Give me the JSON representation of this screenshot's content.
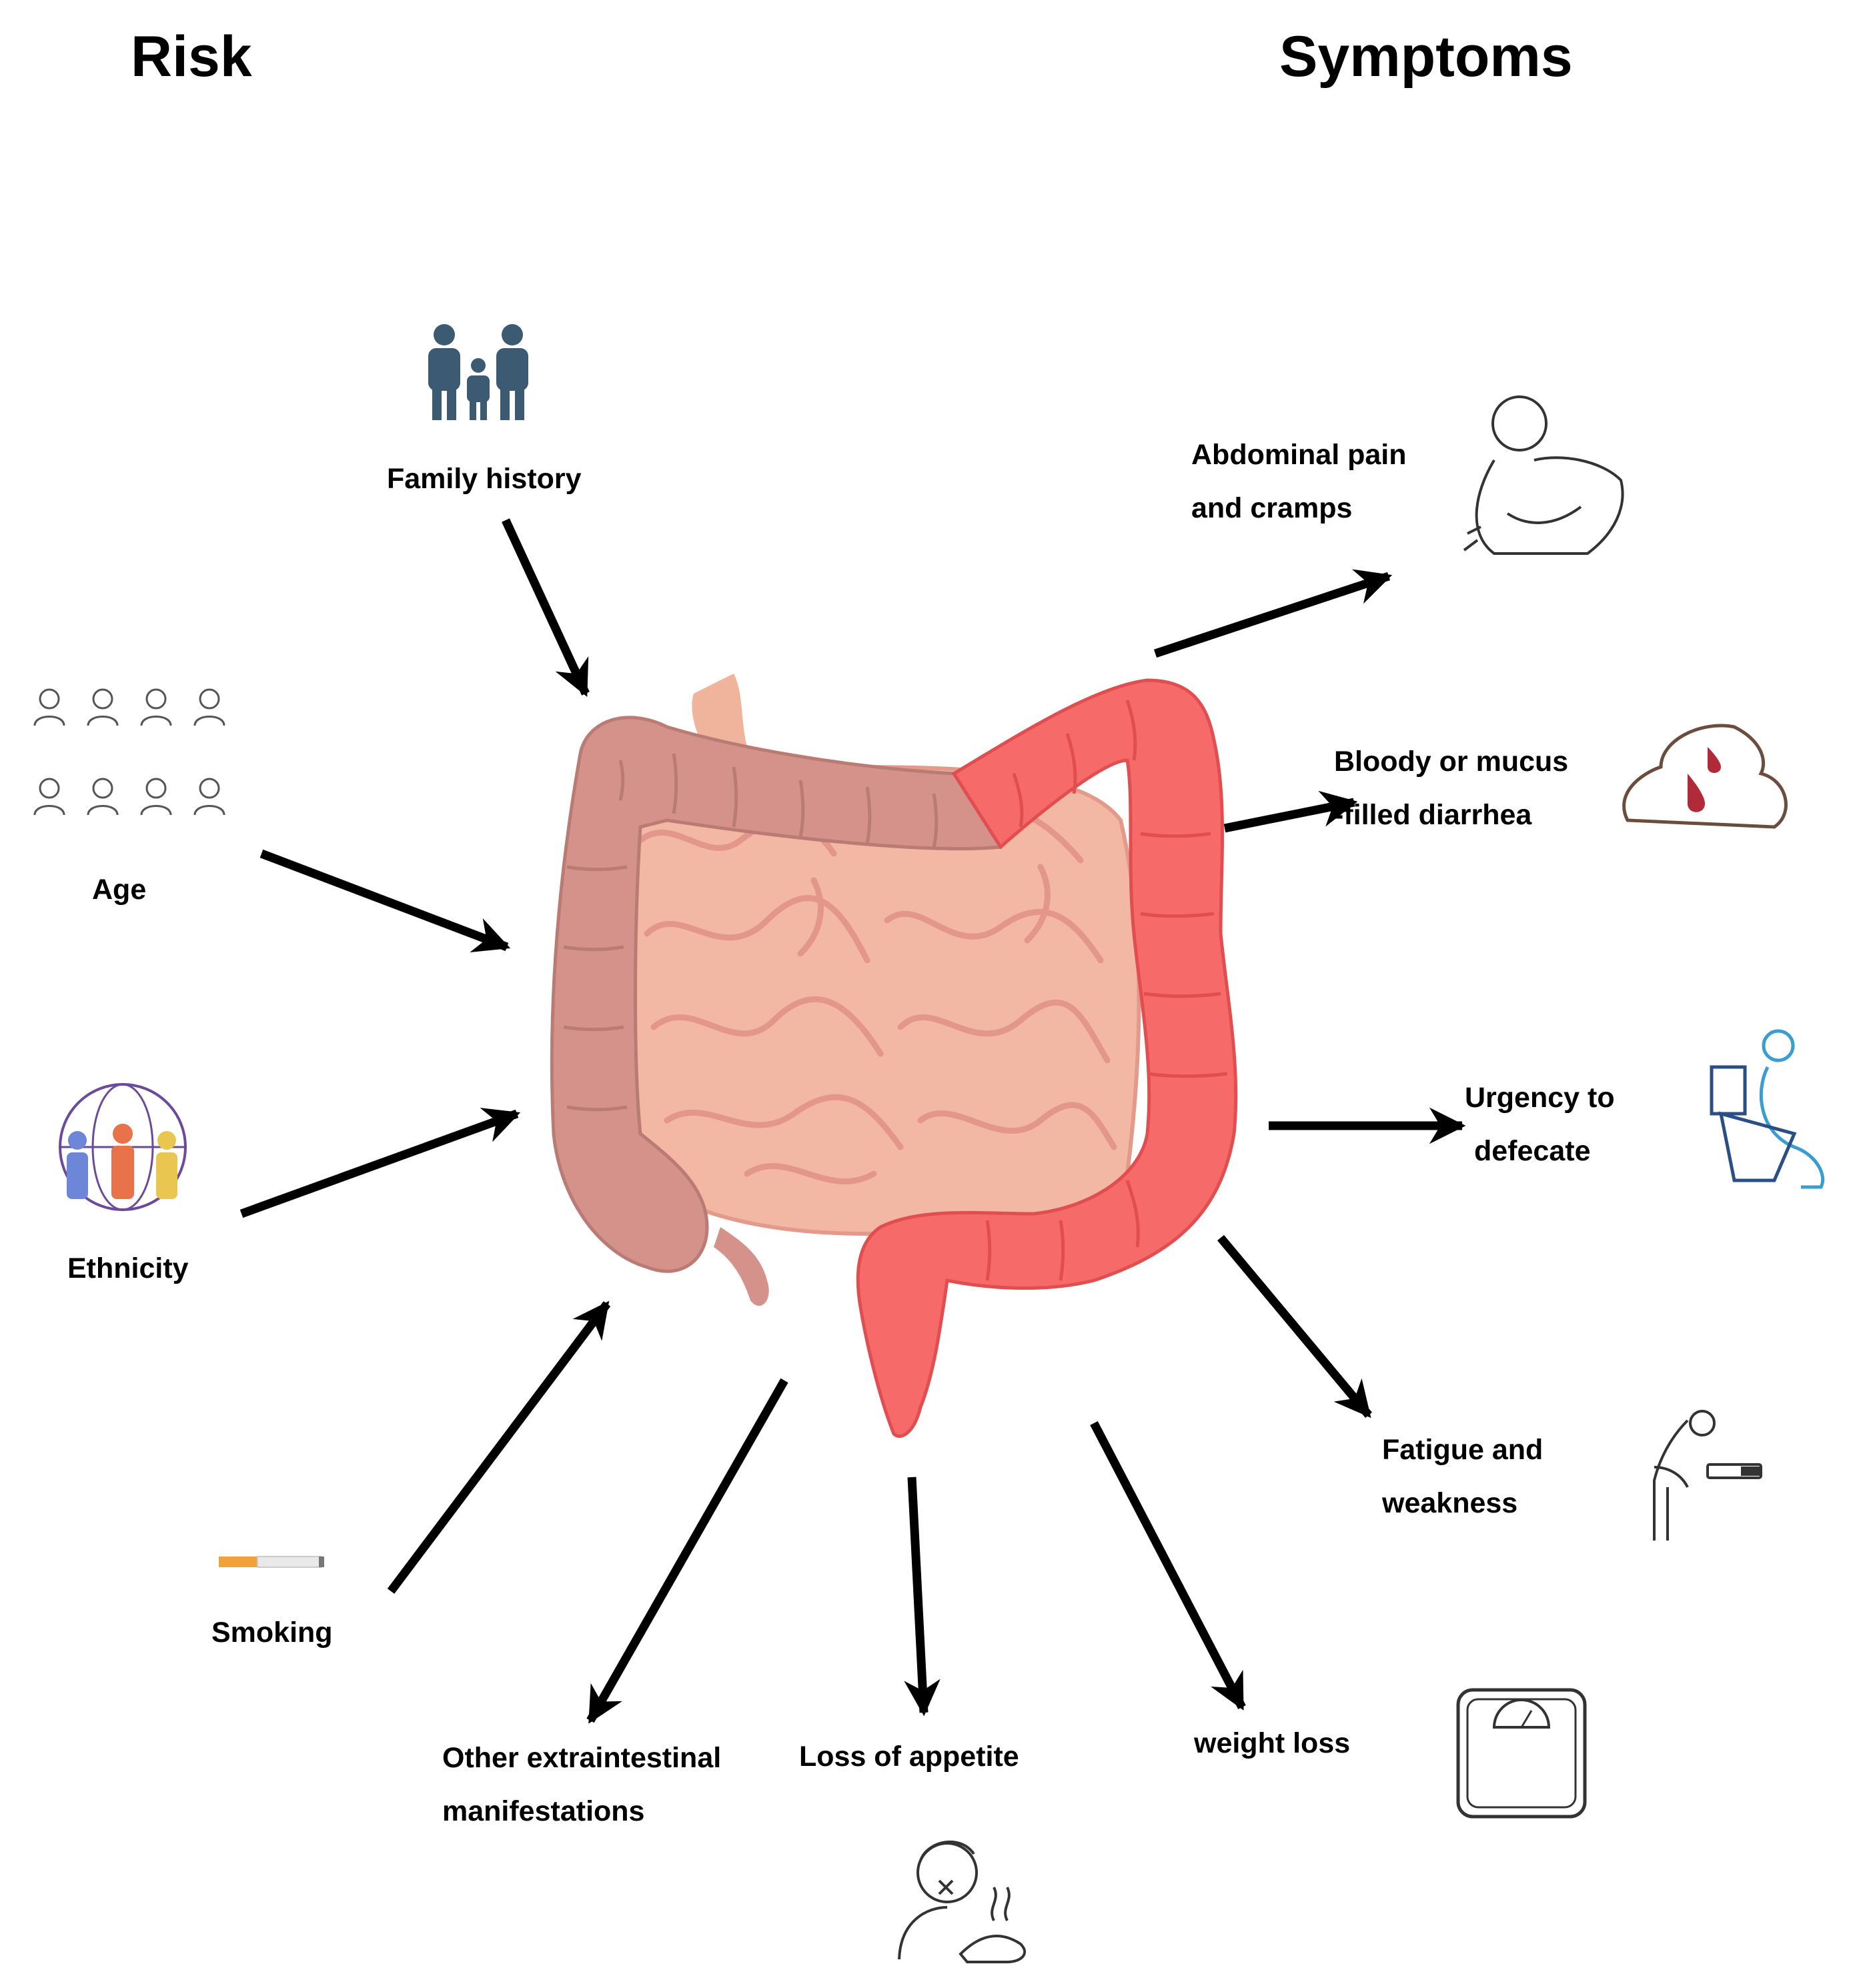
{
  "headings": {
    "risk": "Risk",
    "symptoms": "Symptoms"
  },
  "risk_factors": {
    "family_history": "Family history",
    "age": "Age",
    "ethnicity": "Ethnicity",
    "smoking": "Smoking"
  },
  "symptoms": {
    "abdominal_pain": [
      "Abdominal pain",
      "and cramps"
    ],
    "bloody_diarrhea": [
      "Bloody or mucus",
      "-filled diarrhea"
    ],
    "urgency": [
      "Urgency to",
      "defecate"
    ],
    "fatigue": [
      "Fatigue and",
      "weakness"
    ],
    "weight_loss": "weight loss",
    "loss_of_appetite": "Loss of appetite",
    "extraintestinal": [
      "Other extraintestinal",
      "manifestations"
    ]
  },
  "icons": {
    "family_history": "family-icon",
    "age": "people-of-all-ages-icon",
    "ethnicity": "diverse-people-globe-icon",
    "smoking": "cigarette-icon",
    "abdominal_pain": "person-holding-stomach-icon",
    "bloody_diarrhea": "stool-with-blood-drops-icon",
    "urgency": "person-on-toilet-icon",
    "fatigue": "tired-person-low-battery-icon",
    "weight_loss": "bathroom-scale-icon",
    "loss_of_appetite": "person-refusing-food-icon"
  },
  "colors": {
    "healthy_colon": "#d4928a",
    "inflamed_colon": "#f76a6a",
    "small_intestine": "#f2b8a4",
    "arrow": "#000000",
    "family_icon": "#3d5a73"
  }
}
